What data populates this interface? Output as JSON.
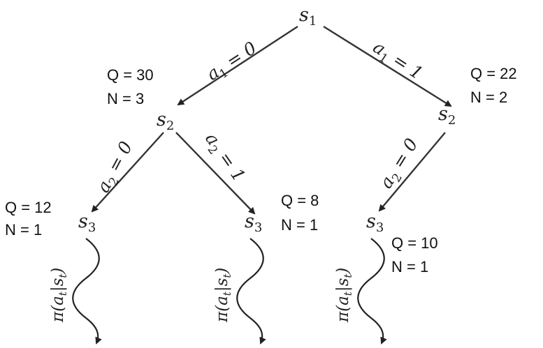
{
  "nodes": {
    "root": {
      "letter": "s",
      "sub": "1"
    },
    "left": {
      "letter": "s",
      "sub": "2"
    },
    "right": {
      "letter": "s",
      "sub": "2"
    },
    "leaf_1": {
      "letter": "s",
      "sub": "3"
    },
    "leaf_2": {
      "letter": "s",
      "sub": "3"
    },
    "leaf_3": {
      "letter": "s",
      "sub": "3"
    }
  },
  "edges": {
    "root_left": {
      "letter": "a",
      "sub": "1",
      "rest": " = 0"
    },
    "root_right": {
      "letter": "a",
      "sub": "1",
      "rest": " = 1"
    },
    "left_leaf1": {
      "letter": "a",
      "sub": "2",
      "rest": " = 0"
    },
    "left_leaf2": {
      "letter": "a",
      "sub": "2",
      "rest": " = 1"
    },
    "right_leaf3": {
      "letter": "a",
      "sub": "2",
      "rest": " = 0"
    }
  },
  "stats": {
    "left": {
      "q": "Q = 30",
      "n": "N = 3"
    },
    "right": {
      "q": "Q = 22",
      "n": "N = 2"
    },
    "leaf_1": {
      "q": "Q = 12",
      "n": "N = 1"
    },
    "leaf_2": {
      "q": "Q = 8",
      "n": "N = 1"
    },
    "leaf_3": {
      "q": "Q = 10",
      "n": "N = 1"
    }
  },
  "policy": {
    "pre": "π(",
    "a": "a",
    "a_sub": "t",
    "bar": "|",
    "s": "s",
    "s_sub": "t",
    "post": ")"
  },
  "colors": {
    "ink": "#222222",
    "background": "#ffffff"
  }
}
